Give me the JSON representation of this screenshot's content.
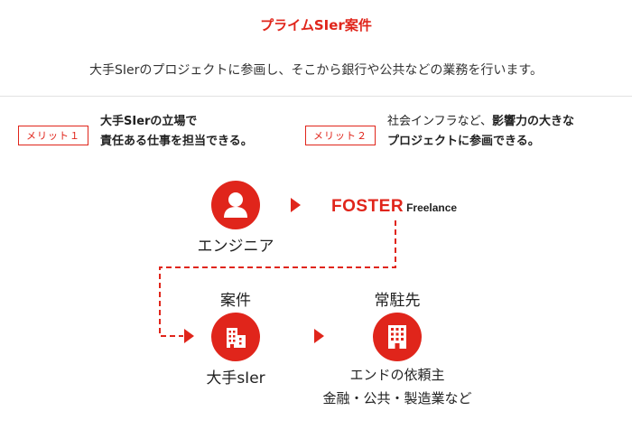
{
  "header": {
    "title": "プライムSIer案件",
    "subtitle": "大手SIerのプロジェクトに参画し、そこから銀行や公共などの業務を行います。"
  },
  "merits": [
    {
      "badge": "メリット１",
      "line1": "大手SIerの立場で",
      "line2": "責任ある仕事を担当できる。"
    },
    {
      "badge": "メリット２",
      "line1_normal": "社会インフラなど、",
      "line1_bold": "影響力の大きな",
      "line2": "プロジェクトに参画できる。"
    }
  ],
  "flow": {
    "engineer_label": "エンジニア",
    "logo_brand": "FOSTER",
    "logo_sub": "Freelance",
    "project_heading": "案件",
    "sier_label": "大手sIer",
    "destination_heading": "常駐先",
    "client_line1": "エンドの依頼主",
    "client_line2": "金融・公共・製造業など"
  },
  "colors": {
    "accent": "#e0251b"
  },
  "icons": {
    "engineer": "person-icon",
    "sier": "office-buildings-icon",
    "client": "building-icon"
  }
}
